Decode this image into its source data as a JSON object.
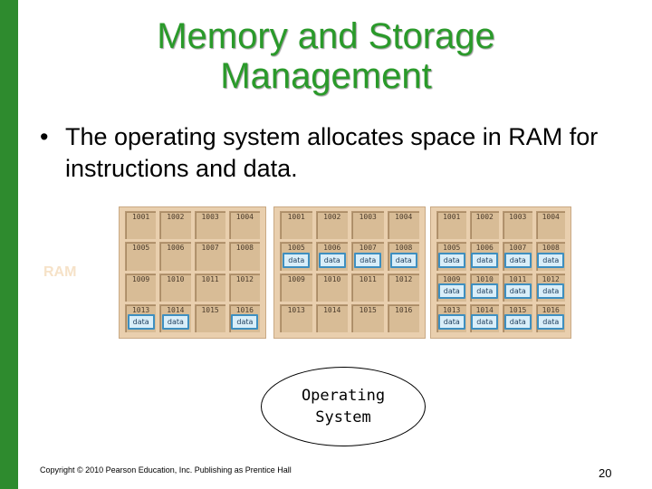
{
  "title": {
    "line1": "Memory and Storage",
    "line2": "Management"
  },
  "bullet": {
    "marker": "•",
    "text": "The operating system allocates space in RAM for instructions and data."
  },
  "ram_label": "RAM",
  "cabinets": [
    {
      "cells": [
        {
          "addr": "1001",
          "chip": ""
        },
        {
          "addr": "1002",
          "chip": ""
        },
        {
          "addr": "1003",
          "chip": ""
        },
        {
          "addr": "1004",
          "chip": ""
        },
        {
          "addr": "1005",
          "chip": ""
        },
        {
          "addr": "1006",
          "chip": ""
        },
        {
          "addr": "1007",
          "chip": ""
        },
        {
          "addr": "1008",
          "chip": ""
        },
        {
          "addr": "1009",
          "chip": ""
        },
        {
          "addr": "1010",
          "chip": ""
        },
        {
          "addr": "1011",
          "chip": ""
        },
        {
          "addr": "1012",
          "chip": ""
        },
        {
          "addr": "1013",
          "chip": "data"
        },
        {
          "addr": "1014",
          "chip": "data"
        },
        {
          "addr": "1015",
          "chip": ""
        },
        {
          "addr": "1016",
          "chip": "data"
        }
      ]
    },
    {
      "cells": [
        {
          "addr": "1001",
          "chip": ""
        },
        {
          "addr": "1002",
          "chip": ""
        },
        {
          "addr": "1003",
          "chip": ""
        },
        {
          "addr": "1004",
          "chip": ""
        },
        {
          "addr": "1005",
          "chip": "data"
        },
        {
          "addr": "1006",
          "chip": "data"
        },
        {
          "addr": "1007",
          "chip": "data"
        },
        {
          "addr": "1008",
          "chip": "data"
        },
        {
          "addr": "1009",
          "chip": ""
        },
        {
          "addr": "1010",
          "chip": ""
        },
        {
          "addr": "1011",
          "chip": ""
        },
        {
          "addr": "1012",
          "chip": ""
        },
        {
          "addr": "1013",
          "chip": ""
        },
        {
          "addr": "1014",
          "chip": ""
        },
        {
          "addr": "1015",
          "chip": ""
        },
        {
          "addr": "1016",
          "chip": ""
        }
      ]
    },
    {
      "cells": [
        {
          "addr": "1001",
          "chip": ""
        },
        {
          "addr": "1002",
          "chip": ""
        },
        {
          "addr": "1003",
          "chip": ""
        },
        {
          "addr": "1004",
          "chip": ""
        },
        {
          "addr": "1005",
          "chip": "data"
        },
        {
          "addr": "1006",
          "chip": "data"
        },
        {
          "addr": "1007",
          "chip": "data"
        },
        {
          "addr": "1008",
          "chip": "data"
        },
        {
          "addr": "1009",
          "chip": "data"
        },
        {
          "addr": "1010",
          "chip": "data"
        },
        {
          "addr": "1011",
          "chip": "data"
        },
        {
          "addr": "1012",
          "chip": "data"
        },
        {
          "addr": "1013",
          "chip": "data"
        },
        {
          "addr": "1014",
          "chip": "data"
        },
        {
          "addr": "1015",
          "chip": "data"
        },
        {
          "addr": "1016",
          "chip": "data"
        }
      ]
    }
  ],
  "os_label": {
    "line1": "Operating",
    "line2": "System"
  },
  "copyright": "Copyright © 2010 Pearson Education, Inc. Publishing as Prentice Hall",
  "page_number": "20",
  "colors": {
    "accent_bar": "#2e8b2e",
    "title": "#2a9a2a",
    "cabinet": "#e9cfae",
    "chip_border": "#3e8fc0"
  }
}
